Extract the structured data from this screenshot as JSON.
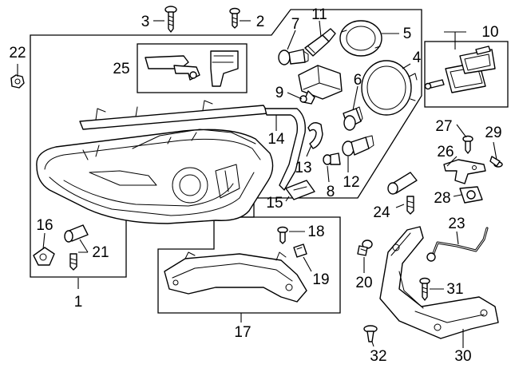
{
  "diagram": {
    "callouts": {
      "c1": "1",
      "c2": "2",
      "c3": "3",
      "c4": "4",
      "c5": "5",
      "c6": "6",
      "c7": "7",
      "c8": "8",
      "c9": "9",
      "c10": "10",
      "c11": "11",
      "c12": "12",
      "c13": "13",
      "c14": "14",
      "c15": "15",
      "c16": "16",
      "c17": "17",
      "c18": "18",
      "c19": "19",
      "c20": "20",
      "c21": "21",
      "c22": "22",
      "c23": "23",
      "c24": "24",
      "c25": "25",
      "c26": "26",
      "c27": "27",
      "c28": "28",
      "c29": "29",
      "c30": "30",
      "c31": "31",
      "c32": "32"
    }
  }
}
